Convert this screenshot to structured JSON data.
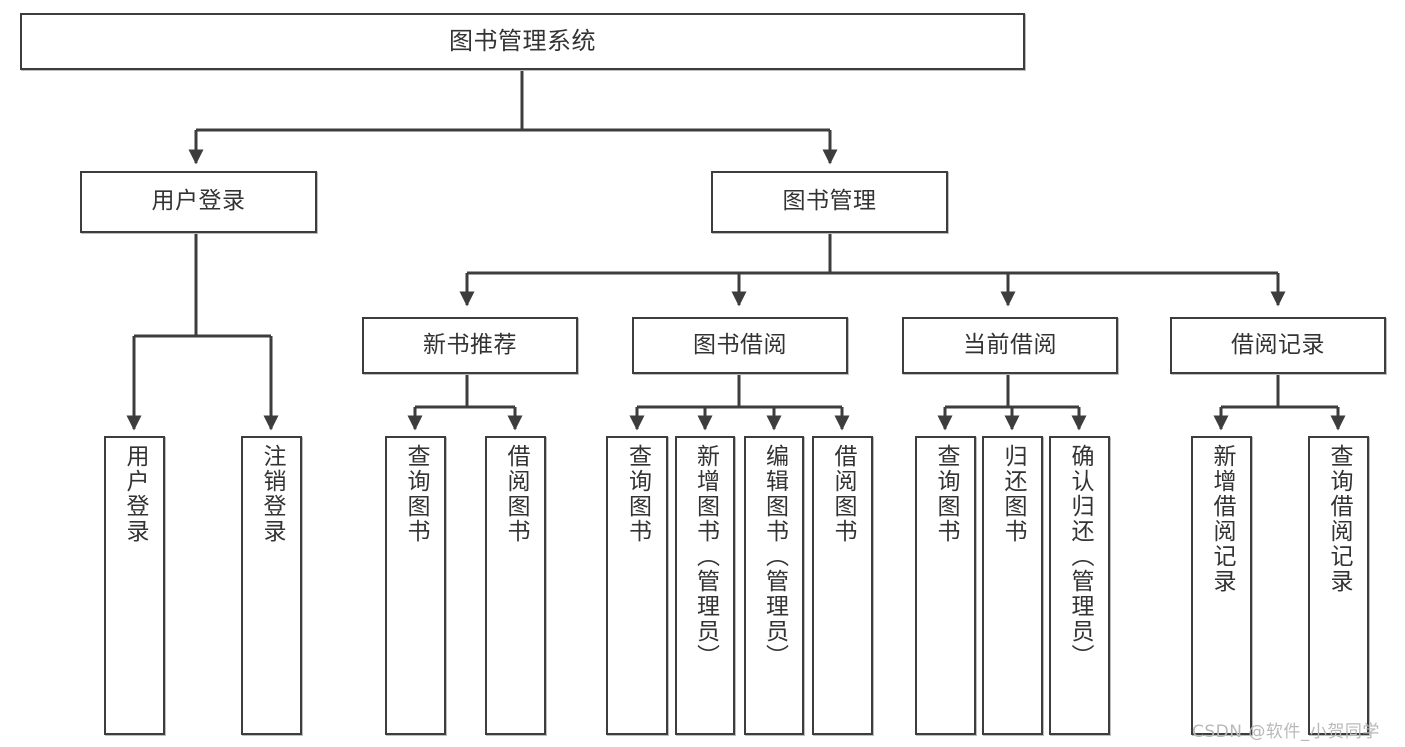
{
  "diagram": {
    "title": "图书管理系统",
    "style": {
      "box_border_color": "#3d3d3d",
      "box_fill_color": "#ffffff",
      "text_color": "#333333",
      "edge_color": "#3d3d3d",
      "background_color": "#ffffff"
    },
    "root": {
      "label": "图书管理系统"
    },
    "level2": [
      {
        "label": "用户登录"
      },
      {
        "label": "图书管理"
      }
    ],
    "level3": [
      {
        "label": "新书推荐"
      },
      {
        "label": "图书借阅"
      },
      {
        "label": "当前借阅"
      },
      {
        "label": "借阅记录"
      }
    ],
    "leaves": {
      "user_login": [
        {
          "label": "用户登录"
        },
        {
          "label": "注销登录"
        }
      ],
      "new_book_recommend": [
        {
          "label": "查询图书"
        },
        {
          "label": "借阅图书"
        }
      ],
      "book_borrow": [
        {
          "label": "查询图书"
        },
        {
          "label": "新增图书（管理员）"
        },
        {
          "label": "编辑图书（管理员）"
        },
        {
          "label": "借阅图书"
        }
      ],
      "current_borrow": [
        {
          "label": "查询图书"
        },
        {
          "label": "归还图书"
        },
        {
          "label": "确认归还（管理员）"
        }
      ],
      "borrow_record": [
        {
          "label": "新增借阅记录"
        },
        {
          "label": "查询借阅记录"
        }
      ]
    }
  },
  "watermark": {
    "text": "CSDN @软件_小贺同学"
  }
}
